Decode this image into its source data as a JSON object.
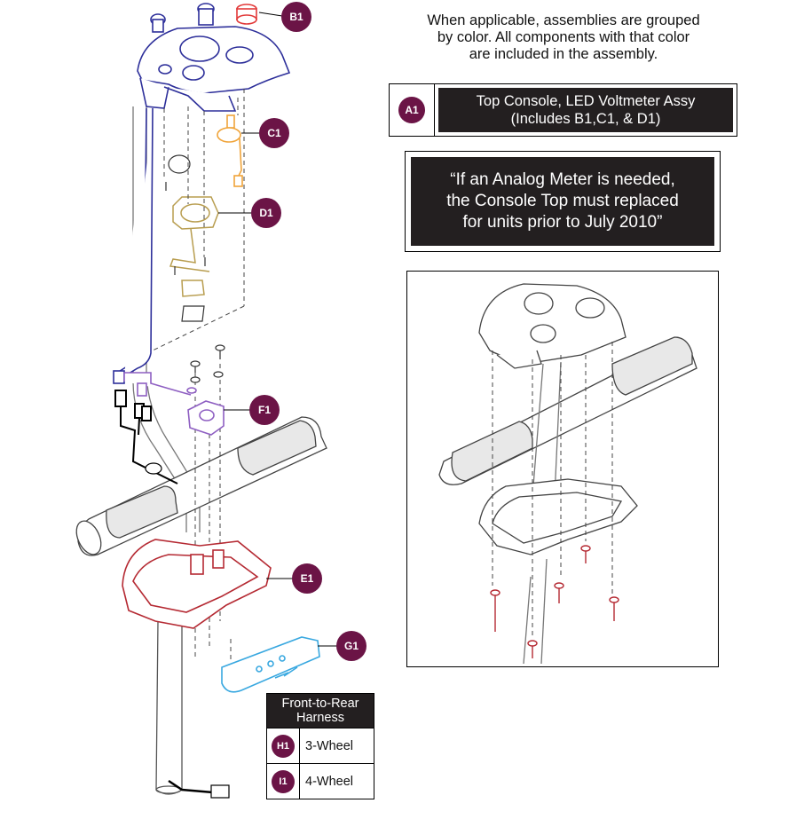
{
  "note": {
    "lines": [
      "When applicable, assemblies are grouped",
      "by color. All components with that color",
      "are included in the assembly."
    ]
  },
  "assembly_a1": {
    "badge": "A1",
    "line1": "Top Console, LED Voltmeter Assy",
    "line2": "(Includes B1,C1, & D1)"
  },
  "warning": {
    "line1": "“If an Analog Meter is needed,",
    "line2": "the Console Top must replaced",
    "line3": "for units prior to July 2010”"
  },
  "callouts": {
    "b1": "B1",
    "c1": "C1",
    "d1": "D1",
    "f1": "F1",
    "e1": "E1",
    "g1": "G1"
  },
  "harness": {
    "title_line1": "Front-to-Rear",
    "title_line2": "Harness",
    "rows": [
      {
        "badge": "H1",
        "label": "3-Wheel"
      },
      {
        "badge": "I1",
        "label": "4-Wheel"
      }
    ]
  },
  "colors": {
    "top_console": "#2d2f9a",
    "c1_meter": "#f0a43a",
    "d1_board": "#c9b06a",
    "f1_bracket": "#8e5fc2",
    "e1_bottom": "#b52a33",
    "g1_plate": "#39a8e0",
    "b1_knob": "#e23a3a",
    "badge": "#6b1446",
    "label_bg": "#231f20"
  }
}
